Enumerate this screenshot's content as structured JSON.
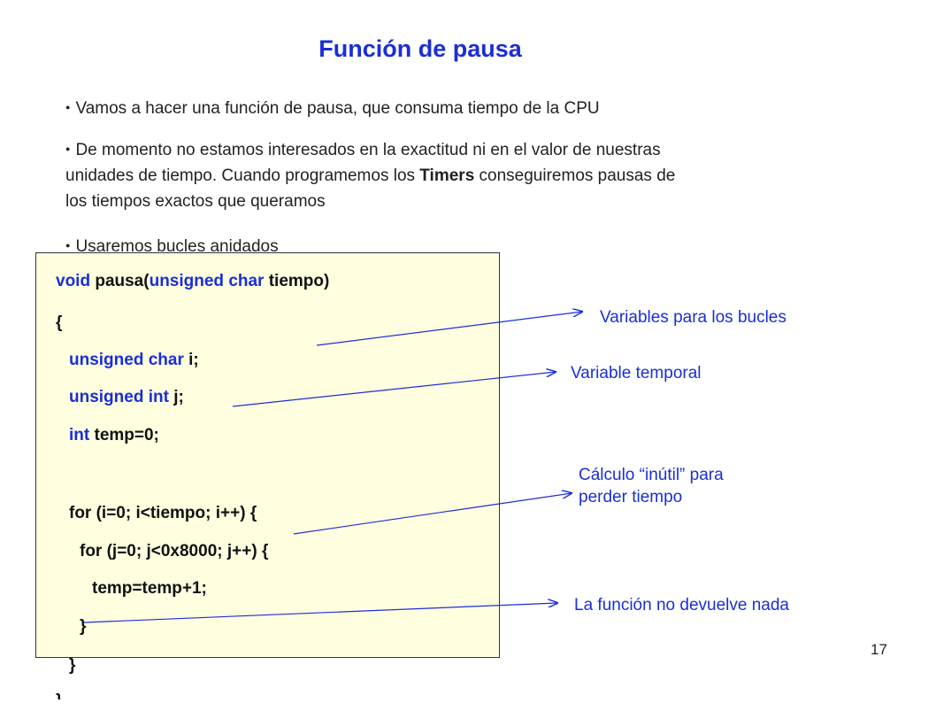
{
  "slide": {
    "title": "Función de pausa",
    "page_number": "17"
  },
  "bullets": [
    {
      "text": "Vamos a hacer una función de pausa, que consuma tiempo de la CPU"
    },
    {
      "line1": "De momento no estamos interesados en la exactitud ni en el valor de nuestras",
      "line2_before": "unidades de tiempo. Cuando programemos los ",
      "line2_bold": "Timers",
      "line2_after": " conseguiremos pausas de",
      "line3": "los tiempos exactos que queramos"
    },
    {
      "text": "Usaremos bucles anidados"
    }
  ],
  "code": {
    "l1_kw": "void",
    "l1_a": " pausa(",
    "l1_kw2": "unsigned char",
    "l1_b": " tiempo)",
    "l2": "{",
    "l3_kw": "unsigned char",
    "l3_b": " i;",
    "l4_kw": "unsigned int",
    "l4_b": " j;",
    "l5_kw": "int",
    "l5_b": " temp=0;",
    "l6": "for (i=0; i<tiempo; i++) {",
    "l7": "for (j=0; j<0x8000; j++) {",
    "l8": "temp=temp+1;",
    "l9": "}",
    "l10": "}",
    "l11": "}"
  },
  "annotations": {
    "loops": "Variables para los bucles",
    "temporal": "Variable temporal",
    "useless_line1": "Cálculo “inútil” para",
    "useless_line2": "perder tiempo",
    "no_return": "La función no devuelve nada"
  },
  "colors": {
    "accent": "#1a2ed8",
    "code_bg": "#ffffe0"
  }
}
